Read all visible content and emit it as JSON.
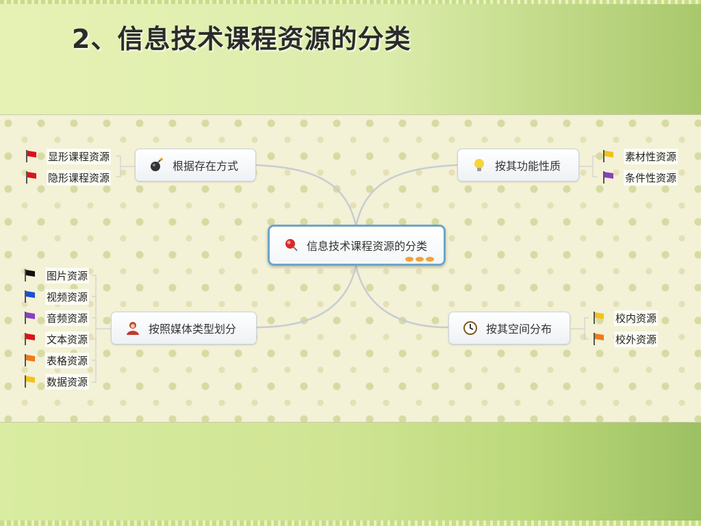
{
  "title": "2、信息技术课程资源的分类",
  "center": {
    "label": "信息技术课程资源的分类",
    "icon": "pin-icon"
  },
  "branches": {
    "storage": {
      "label": "根据存在方式",
      "icon": "bomb-icon",
      "leaves": [
        {
          "label": "显形课程资源",
          "flag": "#d9141a"
        },
        {
          "label": "隐形课程资源",
          "flag": "#d9141a"
        }
      ]
    },
    "function": {
      "label": "按其功能性质",
      "icon": "lightbulb-icon",
      "leaves": [
        {
          "label": "素材性资源",
          "flag": "#f2c21b"
        },
        {
          "label": "条件性资源",
          "flag": "#8a3fc2"
        }
      ]
    },
    "media": {
      "label": "按照媒体类型划分",
      "icon": "person-icon",
      "leaves": [
        {
          "label": "图片资源",
          "flag": "#111111"
        },
        {
          "label": "视频资源",
          "flag": "#1a4fd0"
        },
        {
          "label": "音频资源",
          "flag": "#8a3fc2"
        },
        {
          "label": "文本资源",
          "flag": "#d9141a"
        },
        {
          "label": "表格资源",
          "flag": "#f07a18"
        },
        {
          "label": "数据资源",
          "flag": "#f2c21b"
        }
      ]
    },
    "space": {
      "label": "按其空间分布",
      "icon": "clock-icon",
      "leaves": [
        {
          "label": "校内资源",
          "flag": "#f2c21b"
        },
        {
          "label": "校外资源",
          "flag": "#f07a18"
        }
      ]
    }
  }
}
